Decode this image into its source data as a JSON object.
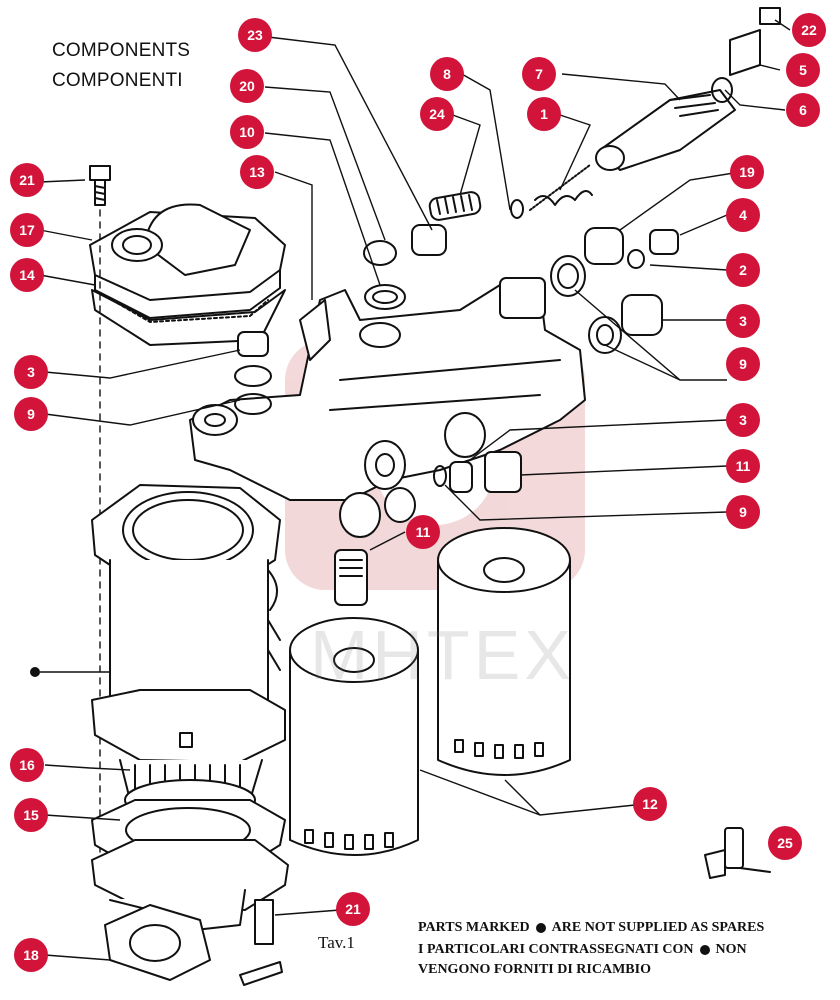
{
  "title_en": "COMPONENTS",
  "title_it": "COMPONENTI",
  "notes": {
    "line1_a": "PARTS MARKED",
    "line1_b": "ARE NOT SUPPLIED AS SPARES",
    "line2_a": "I PARTICOLARI CONTRASSEGNATI CON",
    "line2_b": "NON",
    "line3": "VENGONO FORNITI DI RICAMBIO"
  },
  "watermark": "MHTEX",
  "tav_label": "Tav.1",
  "callouts": {
    "c1": "1",
    "c2": "2",
    "c3a": "3",
    "c3b": "3",
    "c3c": "3",
    "c4": "4",
    "c5": "5",
    "c6": "6",
    "c7": "7",
    "c8": "8",
    "c9a": "9",
    "c9b": "9",
    "c9c": "9",
    "c10": "10",
    "c11a": "11",
    "c11b": "11",
    "c12": "12",
    "c13": "13",
    "c14": "14",
    "c15": "15",
    "c16": "16",
    "c17": "17",
    "c18": "18",
    "c19": "19",
    "c20": "20",
    "c21a": "21",
    "c21b": "21",
    "c22": "22",
    "c23": "23",
    "c24": "24",
    "c25": "25"
  },
  "colors": {
    "callout": "#d2143a",
    "line": "#111111",
    "watermark": "#e8b4b4"
  }
}
